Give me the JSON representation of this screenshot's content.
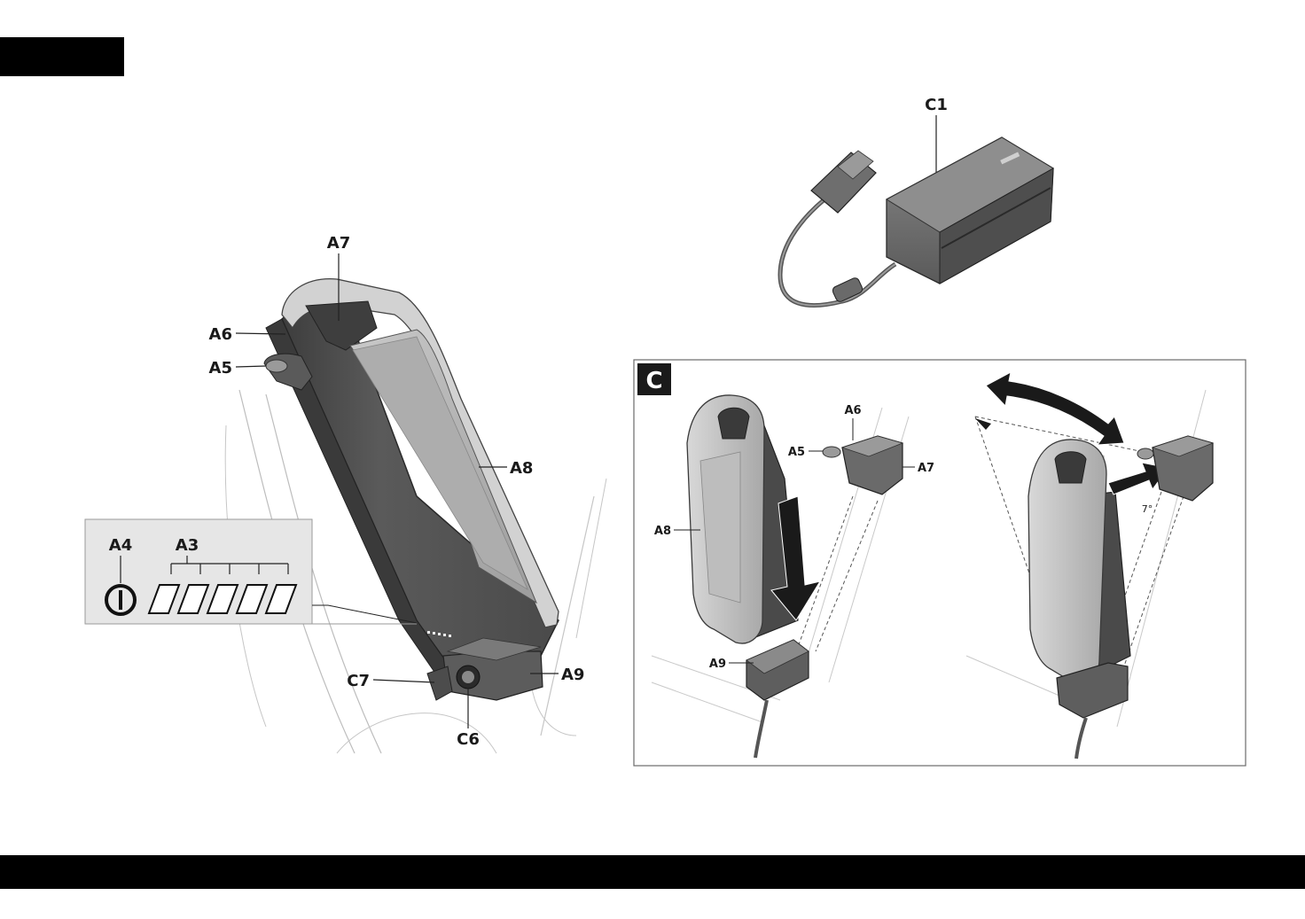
{
  "figure_left": {
    "labels": {
      "a7": "A7",
      "a6": "A6",
      "a5": "A5",
      "a8": "A8",
      "a4": "A4",
      "a3": "A3",
      "c7": "C7",
      "c6": "C6",
      "a9": "A9"
    },
    "charge_indicator_leds": 5
  },
  "figure_charger": {
    "labels": {
      "c1": "C1"
    }
  },
  "figure_c": {
    "panel_letter": "C",
    "labels": {
      "a6": "A6",
      "a5": "A5",
      "a7": "A7",
      "a8": "A8",
      "a9": "A9",
      "angle": "7°"
    }
  },
  "colors": {
    "battery_body": "#b9b9b9",
    "battery_dark": "#4a4a4a",
    "battery_frame": "#d4d4d4",
    "outline": "#3a3a3a",
    "arrow": "#1a1a1a"
  }
}
